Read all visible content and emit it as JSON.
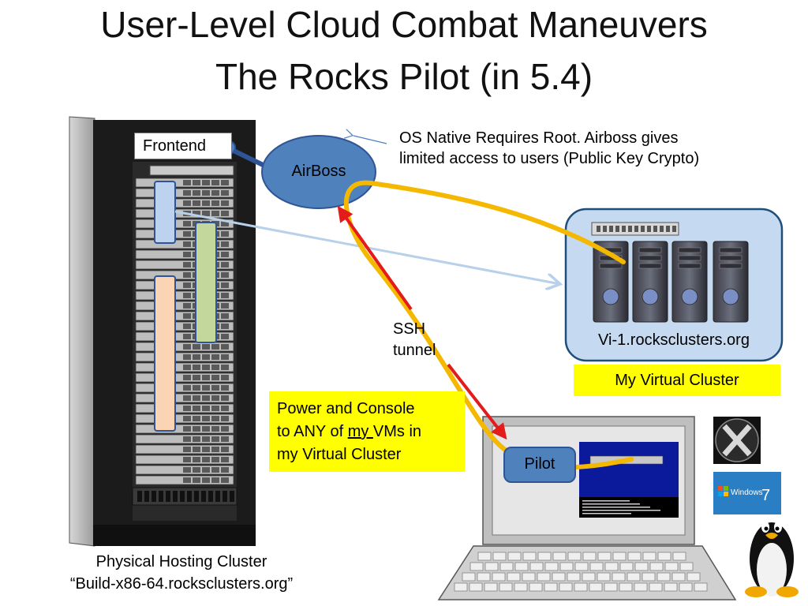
{
  "title": {
    "line1": "User-Level Cloud Combat Maneuvers",
    "line2": "The Rocks Pilot (in 5.4)"
  },
  "rack": {
    "frontend_label": "Frontend",
    "caption_line1": "Physical Hosting Cluster",
    "caption_line2": "“Build-x86-64.rocksclusters.org”"
  },
  "airboss": {
    "label": "AirBoss",
    "note_line1": "OS Native Requires Root. Airboss gives",
    "note_line2": "limited  access to users (Public Key Crypto)"
  },
  "virtual_cluster": {
    "hostname": "Vi-1.rocksclusters.org",
    "label": "My Virtual Cluster"
  },
  "ssh": {
    "line1": "SSH",
    "line2": "tunnel"
  },
  "power_note": {
    "line1": "Power and Console",
    "line2_pre": "to  ANY of ",
    "line2_underlined": "my ",
    "line2_post": "VMs in",
    "line3": "my Virtual Cluster"
  },
  "laptop": {
    "pilot_label": "Pilot"
  },
  "os_logos": {
    "windows_text": "Windows",
    "windows_version": "7"
  },
  "colors": {
    "ellipse_fill": "#4f81bd",
    "ellipse_stroke": "#2f5597",
    "vc_panel_fill": "#c5d9f1",
    "vc_panel_stroke": "#1f4e79",
    "ssh_arrow": "#e31b1b",
    "gold_path": "#f5b800",
    "light_arrow": "#b8d1ea",
    "yellow_box": "#ffff00"
  }
}
